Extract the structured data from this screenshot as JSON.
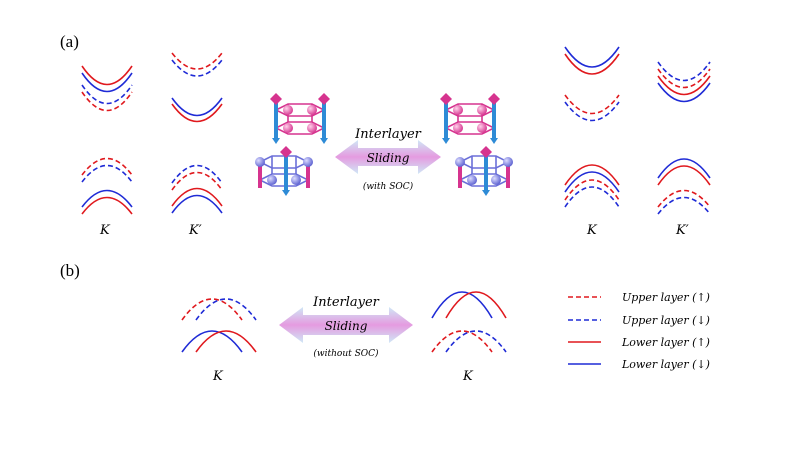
{
  "panels": {
    "a": "(a)",
    "b": "(b)"
  },
  "valley_labels": {
    "K": "K",
    "Kp": "K′"
  },
  "arrows": {
    "a": {
      "top": "Interlayer",
      "mid": "Sliding",
      "bottom": "(with SOC)"
    },
    "b": {
      "top": "Interlayer",
      "mid": "Sliding",
      "bottom": "(without SOC)"
    }
  },
  "legend": [
    {
      "text": "Upper layer (↑)",
      "color": "#e0191e",
      "style": "dashed"
    },
    {
      "text": "Upper layer (↓)",
      "color": "#1f2bd6",
      "style": "dashed"
    },
    {
      "text": "Lower layer (↑)",
      "color": "#e0191e",
      "style": "solid"
    },
    {
      "text": "Lower layer (↓)",
      "color": "#1f2bd6",
      "style": "solid"
    }
  ],
  "colors": {
    "red": "#e0191e",
    "blue": "#1f2bd6",
    "pink": "#d6348f",
    "violet": "#6b6fd8",
    "arrow_pink": "#e08fd9",
    "arrow_blue": "#bfe0f3"
  }
}
